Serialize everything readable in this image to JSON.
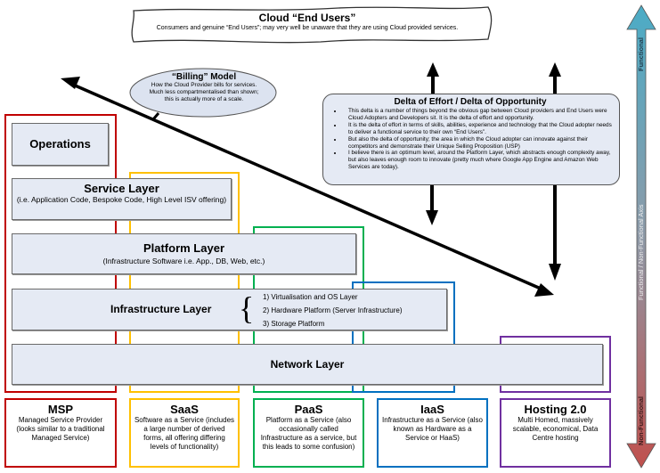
{
  "cloud": {
    "title": "Cloud “End Users”",
    "subtitle": "Consumers and genuine “End Users”; may very well be unaware that they are using Cloud provided services."
  },
  "billing": {
    "title": "“Billing” Model",
    "lines": [
      "How the Cloud Provider bills for services.",
      "Much less compartmentalised than shown;",
      "this is actually more of a scale."
    ]
  },
  "delta": {
    "title": "Delta of Effort / Delta of Opportunity",
    "bullets": [
      "This delta is a number of things beyond the obvious gap between Cloud providers and End Users were Cloud Adopters and Developers sit. It is the delta of effort and opportunity.",
      "It is the delta of effort in terms of skills, abilities, experience and technology that the Cloud adopter needs to deliver a functional service to their own “End Users”.",
      "But also the delta of opportunity; the area in which the Cloud adopter can innovate against their competitors and demonstrate their Unique Selling Proposition (USP)",
      "I believe there is an optimum level, around the Platform Layer, which abstracts enough complexity away, but also leaves enough room to innovate (pretty much where Google App Engine and Amazon Web Services are today)."
    ]
  },
  "layers": {
    "operations": {
      "title": "Operations"
    },
    "service": {
      "title": "Service Layer",
      "desc": "(i.e. Application Code, Bespoke Code, High Level ISV offering)"
    },
    "platform": {
      "title": "Platform Layer",
      "desc": "(Infrastructure Software i.e. App., DB, Web, etc.)"
    },
    "infrastructure": {
      "title": "Infrastructure Layer",
      "brace": "{",
      "items": [
        "1) Virtualisation and OS Layer",
        "2) Hardware Platform (Server Infrastructure)",
        "3) Storage Platform"
      ]
    },
    "network": {
      "title": "Network Layer"
    }
  },
  "models": [
    {
      "title": "MSP",
      "desc": "Managed Service Provider (looks similar to a traditional Managed Service)",
      "color": "#c00000"
    },
    {
      "title": "SaaS",
      "desc": "Software as a Service (includes a large number of derived forms, all offering differing levels of functionality)",
      "color": "#ffc000"
    },
    {
      "title": "PaaS",
      "desc": "Platform as a Service (also occasionally called Infrastructure as a service, but this leads to some confusion)",
      "color": "#00b050"
    },
    {
      "title": "IaaS",
      "desc": "Infrastructure as a Service (also known as Hardware as a Service or HaaS)",
      "color": "#0070c0"
    },
    {
      "title": "Hosting 2.0",
      "desc": "Multi Homed, massively scalable, economical, Data Centre hosting",
      "color": "#7030a0"
    }
  ],
  "axis": {
    "top_label": "Functional",
    "middle_label": "Functional / Non-Functional Axis",
    "bottom_label": "Non-Functional",
    "top_color": "#4bacc6",
    "bottom_color": "#c0504d"
  }
}
